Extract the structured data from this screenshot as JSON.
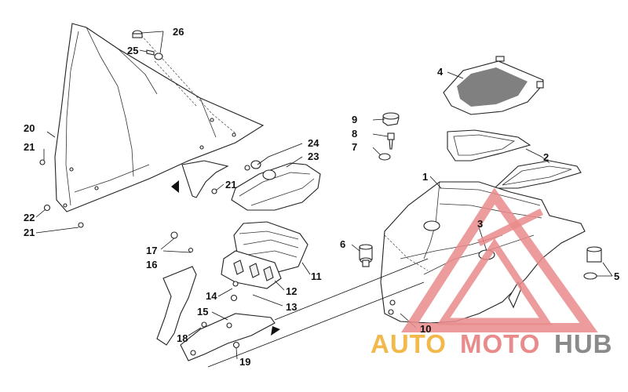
{
  "callouts": {
    "c1": "1",
    "c2": "2",
    "c3": "3",
    "c4": "4",
    "c5": "5",
    "c6": "6",
    "c7": "7",
    "c8": "8",
    "c9": "9",
    "c10": "10",
    "c11": "11",
    "c12": "12",
    "c13": "13",
    "c14": "14",
    "c15": "15",
    "c16": "16",
    "c17": "17",
    "c18": "18",
    "c19": "19",
    "c20": "20",
    "c21a": "21",
    "c21b": "21",
    "c21c": "21",
    "c22": "22",
    "c23": "23",
    "c24": "24",
    "c25": "25",
    "c26": "26"
  },
  "watermark": {
    "part1": "AUTO",
    "part2": "MOTO",
    "part3": "HUB",
    "colors": {
      "auto": "#f2b84b",
      "moto": "#e98b8b",
      "hub": "#8a8a8a"
    }
  }
}
